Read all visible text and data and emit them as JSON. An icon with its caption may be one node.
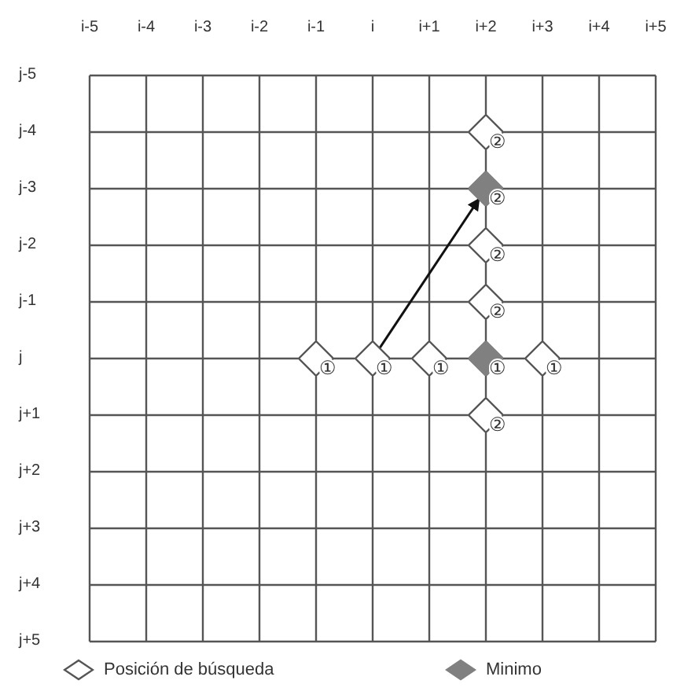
{
  "diagram": {
    "nodes": [
      {
        "text": [],
        "shape": "diamond",
        "beside": [
          "②"
        ]
      },
      {
        "text": [],
        "shape": "diamond",
        "beside": [
          "②"
        ]
      },
      {
        "text": [],
        "shape": "diamond",
        "beside": [
          "②"
        ]
      },
      {
        "text": [],
        "shape": "diamond",
        "beside": [
          "②"
        ]
      },
      {
        "text": [],
        "shape": "diamond",
        "beside": [
          "①"
        ]
      },
      {
        "text": [],
        "shape": "diamond",
        "beside": [
          "①"
        ]
      },
      {
        "text": [],
        "shape": "diamond",
        "beside": [
          "①"
        ]
      },
      {
        "text": [],
        "shape": "diamond",
        "beside": [
          "①"
        ]
      },
      {
        "text": [],
        "shape": "diamond",
        "beside": [
          "①"
        ]
      },
      {
        "text": [],
        "shape": "diamond",
        "beside": [
          "②"
        ]
      }
    ],
    "edges": [
      {
        "from": 5,
        "to": 1,
        "arrow": "to"
      }
    ],
    "labels": [
      "i-5",
      "i-4",
      "i-3",
      "i-2",
      "i-1",
      "i",
      "i+1",
      "i+2",
      "i+3",
      "i+4",
      "i+5",
      "j-5",
      "j-4",
      "j-3",
      "j-2",
      "j-1",
      "j",
      "j+1",
      "j+2",
      "j+3",
      "j+4",
      "j+5"
    ],
    "legend": [
      {
        "text": "Posición de búsqueda"
      },
      {
        "text": "Minimo",
        "color": "#808080"
      }
    ]
  }
}
